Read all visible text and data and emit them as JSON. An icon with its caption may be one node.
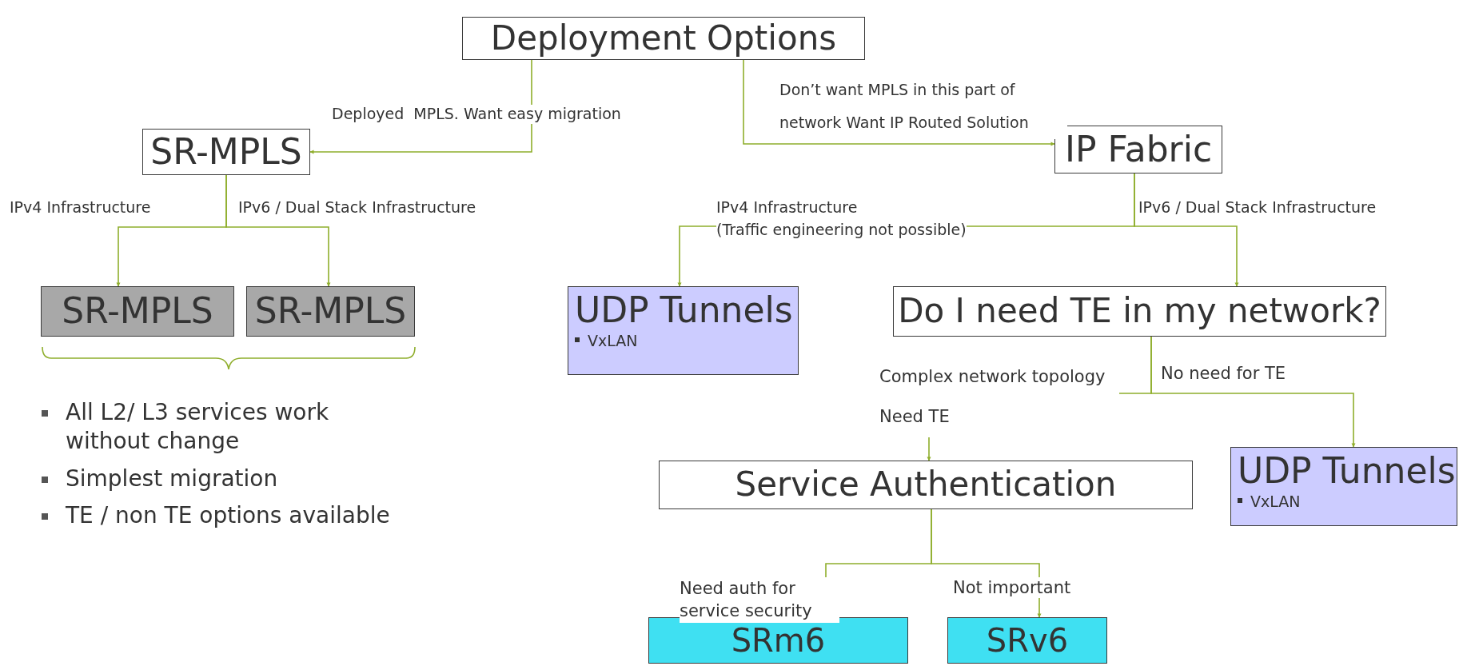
{
  "diagram": {
    "nodes": [
      {
        "text": [
          "Deployment Options"
        ]
      },
      {
        "text": [
          "SR-MPLS"
        ]
      },
      {
        "text": [
          "SR-MPLS"
        ]
      },
      {
        "text": [
          "SR-MPLS"
        ]
      },
      {
        "text": [
          "IP Fabric"
        ]
      },
      {
        "text": [
          "UDP Tunnels",
          "VxLAN"
        ]
      },
      {
        "text": [
          "Do I need TE in my network?"
        ]
      },
      {
        "text": [
          "Service Authentication"
        ]
      },
      {
        "text": [
          "UDP Tunnels",
          "VxLAN"
        ]
      },
      {
        "text": [
          "SRm6"
        ]
      },
      {
        "text": [
          "SRv6"
        ]
      }
    ],
    "edges": [
      {
        "from": 0,
        "to": 1,
        "arrow": "to",
        "label": "Deployed  MPLS. Want easy migration"
      },
      {
        "from": 0,
        "to": 4,
        "arrow": "to",
        "label": "Don’t want MPLS in this part of network Want IP Routed Solution"
      },
      {
        "from": 1,
        "to": 2,
        "arrow": "to",
        "label": "IPv4 Infrastructure"
      },
      {
        "from": 1,
        "to": 3,
        "arrow": "to",
        "label": "IPv6 / Dual Stack Infrastructure"
      },
      {
        "from": 4,
        "to": 5,
        "arrow": "to",
        "label": "IPv4 Infrastructure"
      },
      {
        "from": 4,
        "to": 6,
        "arrow": "to",
        "label": "IPv6 / Dual Stack Infrastructure"
      },
      {
        "from": 6,
        "to": 7,
        "arrow": "to",
        "label": "Complex network topology Need TE"
      },
      {
        "from": 6,
        "to": 8,
        "arrow": "to",
        "label": "No need for TE"
      },
      {
        "from": 7,
        "to": 9,
        "arrow": "to",
        "label": "Need auth for service security"
      },
      {
        "from": 7,
        "to": 10,
        "arrow": "to",
        "label": "Not important"
      }
    ],
    "labels": [
      "(Traffic engineering not possible)",
      "All L2/ L3 services work without change",
      "Simplest migration",
      "TE / non TE options available"
    ]
  }
}
